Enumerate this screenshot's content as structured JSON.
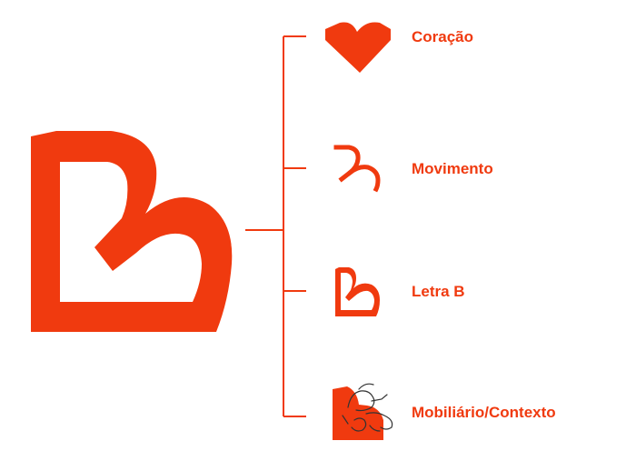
{
  "colors": {
    "brand": "#F03A0F",
    "sketch_ink": "#333333"
  },
  "main_logo": {
    "icon": "letter-b-heart-logo"
  },
  "branches": [
    {
      "label": "Coração",
      "icon": "heart-icon"
    },
    {
      "label": "Movimento",
      "icon": "movement-curve-icon"
    },
    {
      "label": "Letra B",
      "icon": "letter-b-icon"
    },
    {
      "label": "Mobiliário/Contexto",
      "icon": "furniture-context-icon"
    }
  ]
}
